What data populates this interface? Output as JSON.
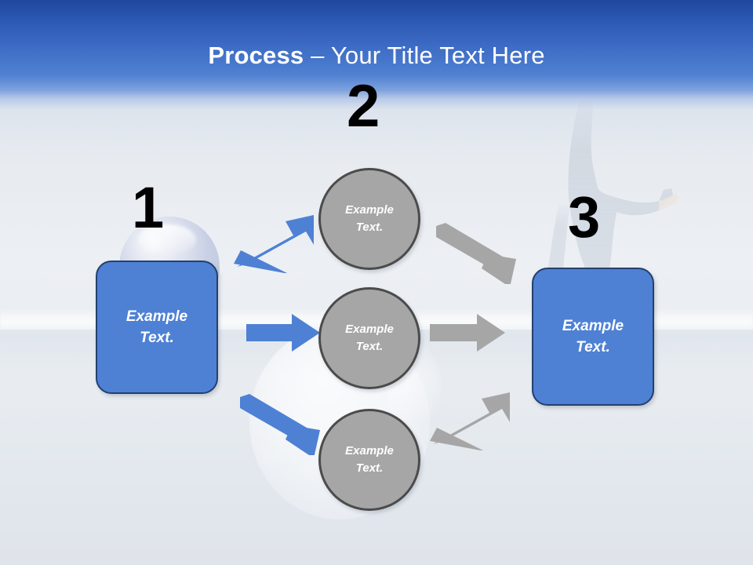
{
  "slide": {
    "title_strong": "Process",
    "title_rest": " – Your Title Text Here",
    "title_full": "Process – Your Title Text Here"
  },
  "colors": {
    "title_text": "#ffffff",
    "header_blue_top": "#20479e",
    "header_blue_bottom": "#7ea2dd",
    "background": "#e6eaef",
    "box_fill": "#4e81d4",
    "box_border": "#24406e",
    "circle_fill": "#a6a6a6",
    "circle_border": "#4b4b4b",
    "blue_arrow": "#4e81d4",
    "gray_arrow": "#a6a6a6",
    "number_text": "#000000",
    "shape_text": "#ffffff"
  },
  "steps": [
    {
      "number": "1",
      "label": "Example\nText."
    },
    {
      "number": "2",
      "label": ""
    },
    {
      "number": "3",
      "label": "Example\nText."
    }
  ],
  "nodes": {
    "box_left": {
      "label": "Example\nText."
    },
    "box_right": {
      "label": "Example\nText."
    },
    "circle_top": {
      "label": "Example\nText."
    },
    "circle_middle": {
      "label": "Example\nText."
    },
    "circle_bottom": {
      "label": "Example\nText."
    }
  },
  "connectors": [
    {
      "name": "box-left-to-circle-top",
      "color": "#4e81d4",
      "direction": "up-right"
    },
    {
      "name": "box-left-to-circle-middle",
      "color": "#4e81d4",
      "direction": "right"
    },
    {
      "name": "box-left-to-circle-bottom",
      "color": "#4e81d4",
      "direction": "down-right"
    },
    {
      "name": "circle-top-to-box-right",
      "color": "#a6a6a6",
      "direction": "down-right"
    },
    {
      "name": "circle-middle-to-box-right",
      "color": "#a6a6a6",
      "direction": "right"
    },
    {
      "name": "circle-bottom-to-box-right",
      "color": "#a6a6a6",
      "direction": "up-right"
    }
  ],
  "decor": {
    "person_silhouette": "person-silhouette",
    "sphere_small": "sphere-decoration",
    "sphere_large": "sphere-decoration"
  }
}
